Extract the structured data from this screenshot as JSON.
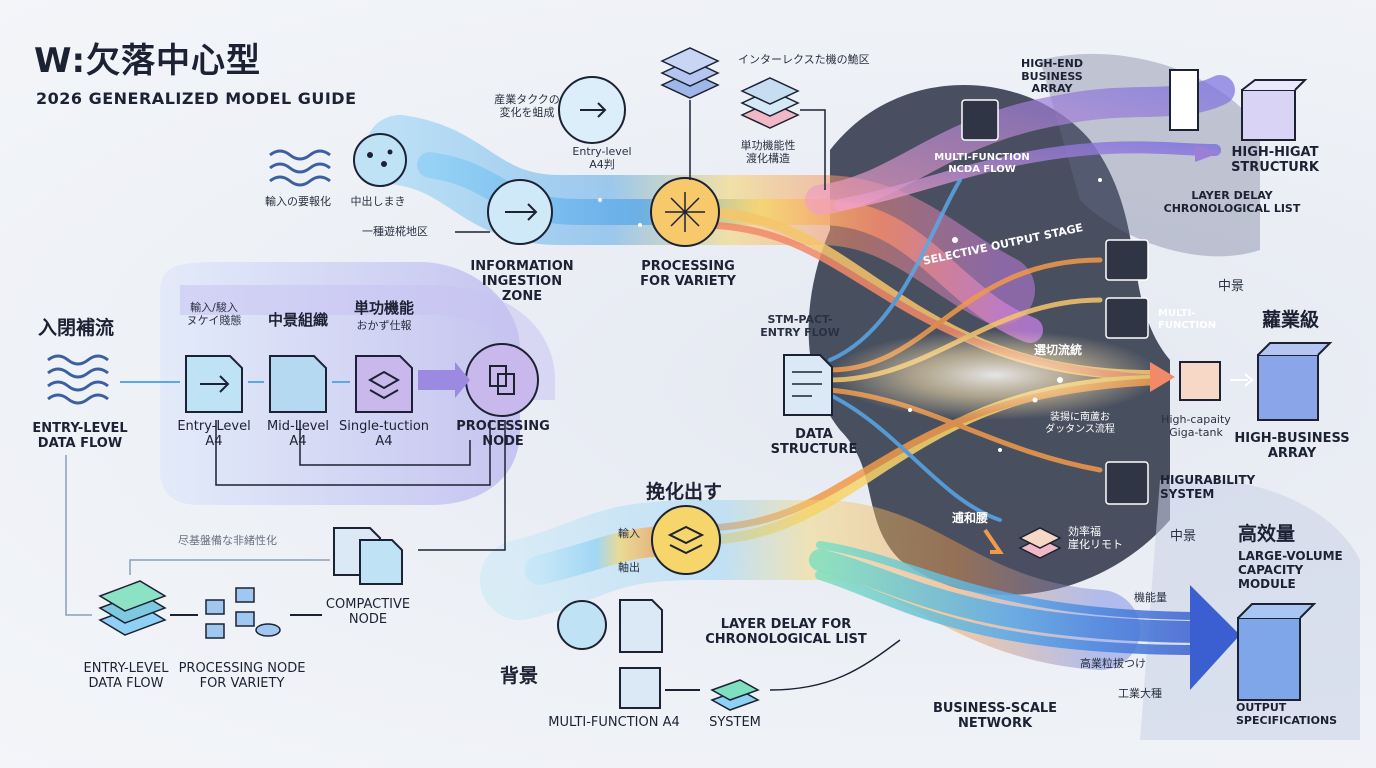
{
  "title": "W:欠落中心型",
  "subtitle": "2026 GENERALIZED MODEL GUIDE",
  "left_section": {
    "heading": "入閉補流",
    "wave_caption": "輸入の要報化",
    "dots_caption": "中出しまき",
    "zone_caption": "一種遊椛地区",
    "entry_flow": [
      "ENTRY-LEVEL",
      "DATA FLOW"
    ],
    "col1_caption": [
      "輸入/駿入",
      "ヌケイ賤態"
    ],
    "col2_heading": "中景組織",
    "col3_heading": "単功機能",
    "col3_caption": "おかず仕報",
    "steps": [
      {
        "label": [
          "Entry-Level",
          "A4"
        ]
      },
      {
        "label": [
          "Mid-Level",
          "A4"
        ]
      },
      {
        "label": [
          "Single-tuction",
          "A4"
        ]
      }
    ],
    "processing_node": [
      "PROCESSING",
      "NODE"
    ]
  },
  "lower_left": {
    "caption": "尽基盤備な非緒性化",
    "entry_flow": [
      "ENTRY-LEVEL",
      "DATA FLOW"
    ],
    "processing_variety": [
      "PROCESSING NODE",
      "FOR VARIETY"
    ],
    "compactive": [
      "COMPACTIVE",
      "NODE"
    ],
    "background": "背景",
    "multi_function": "MULTI-FUNCTION A4",
    "system": "SYSTEM"
  },
  "top_center": {
    "ingestion": [
      "INFORMATION",
      "INGESTION",
      "ZONE"
    ],
    "ingestion_caption": [
      "産業タククの",
      "変化を蛆成"
    ],
    "entry_a4": [
      "Entry-level",
      "A4判"
    ],
    "processing": [
      "PROCESSING",
      "FOR VARIETY"
    ],
    "interlex": "インターレクスた機の鮠区",
    "single_func": [
      "単功機能性",
      "渡化構造"
    ]
  },
  "center": {
    "stm_entry": [
      "STM-PACT-",
      "ENTRY FLOW"
    ],
    "data_structure": [
      "DATA",
      "STRUCTURE"
    ],
    "expand": "挽化出す",
    "input_small": "輸入",
    "output_small": "軸出",
    "layer_delay": [
      "LAYER DELAY FOR",
      "CHRONOLOGICAL LIST"
    ]
  },
  "right": {
    "high_end": [
      "HIGH-END",
      "BUSINESS",
      "ARRAY"
    ],
    "multi_nc": [
      "MULTI-FUNCTION",
      "NCDA FLOW"
    ],
    "high_higat": [
      "HIGH-HIGAT",
      "STRUCTURK"
    ],
    "layer_delay_chrono": [
      "LAYER DELAY",
      "CHRONOLOGICAL LIST"
    ],
    "selective": "SELECTIVE OUTPUT STAGE",
    "chukei1": "中景",
    "multi_function": [
      "MULTI-",
      "FUNCTION"
    ],
    "sangyo": "蘿業級",
    "senkiri": "選切流統",
    "stat_caption": [
      "装揚に南蘆お",
      "ダッタンス流程"
    ],
    "gigatank": [
      "High-capaity",
      "Giga-tank"
    ],
    "high_business": [
      "HIGH-BUSINESS",
      "ARRAY"
    ],
    "higurability": [
      "HIGURABILITY",
      "SYSTEM"
    ],
    "tsuwa": "逋和腰",
    "kouritsu": [
      "効率福",
      "崖化リモト"
    ],
    "chukei2": "中景",
    "koukouryo": "高效量",
    "large_volume": [
      "LARGE-VOLUME",
      "CAPACITY",
      "MODULE"
    ],
    "kinouryo": "機能量",
    "takagyo": "高業粒拔つけ",
    "kougyo": "工業大種",
    "business_scale": [
      "BUSINESS-SCALE",
      "NETWORK"
    ],
    "output_spec": [
      "OUTPUT",
      "SPECIFICATIONS"
    ]
  },
  "colors": {
    "ink": "#1c2233",
    "blue": "#5aa8e8",
    "purple": "#9b7fd6",
    "orange": "#f29a4a",
    "yellow": "#f6d56a",
    "dark": "#3b4152"
  }
}
